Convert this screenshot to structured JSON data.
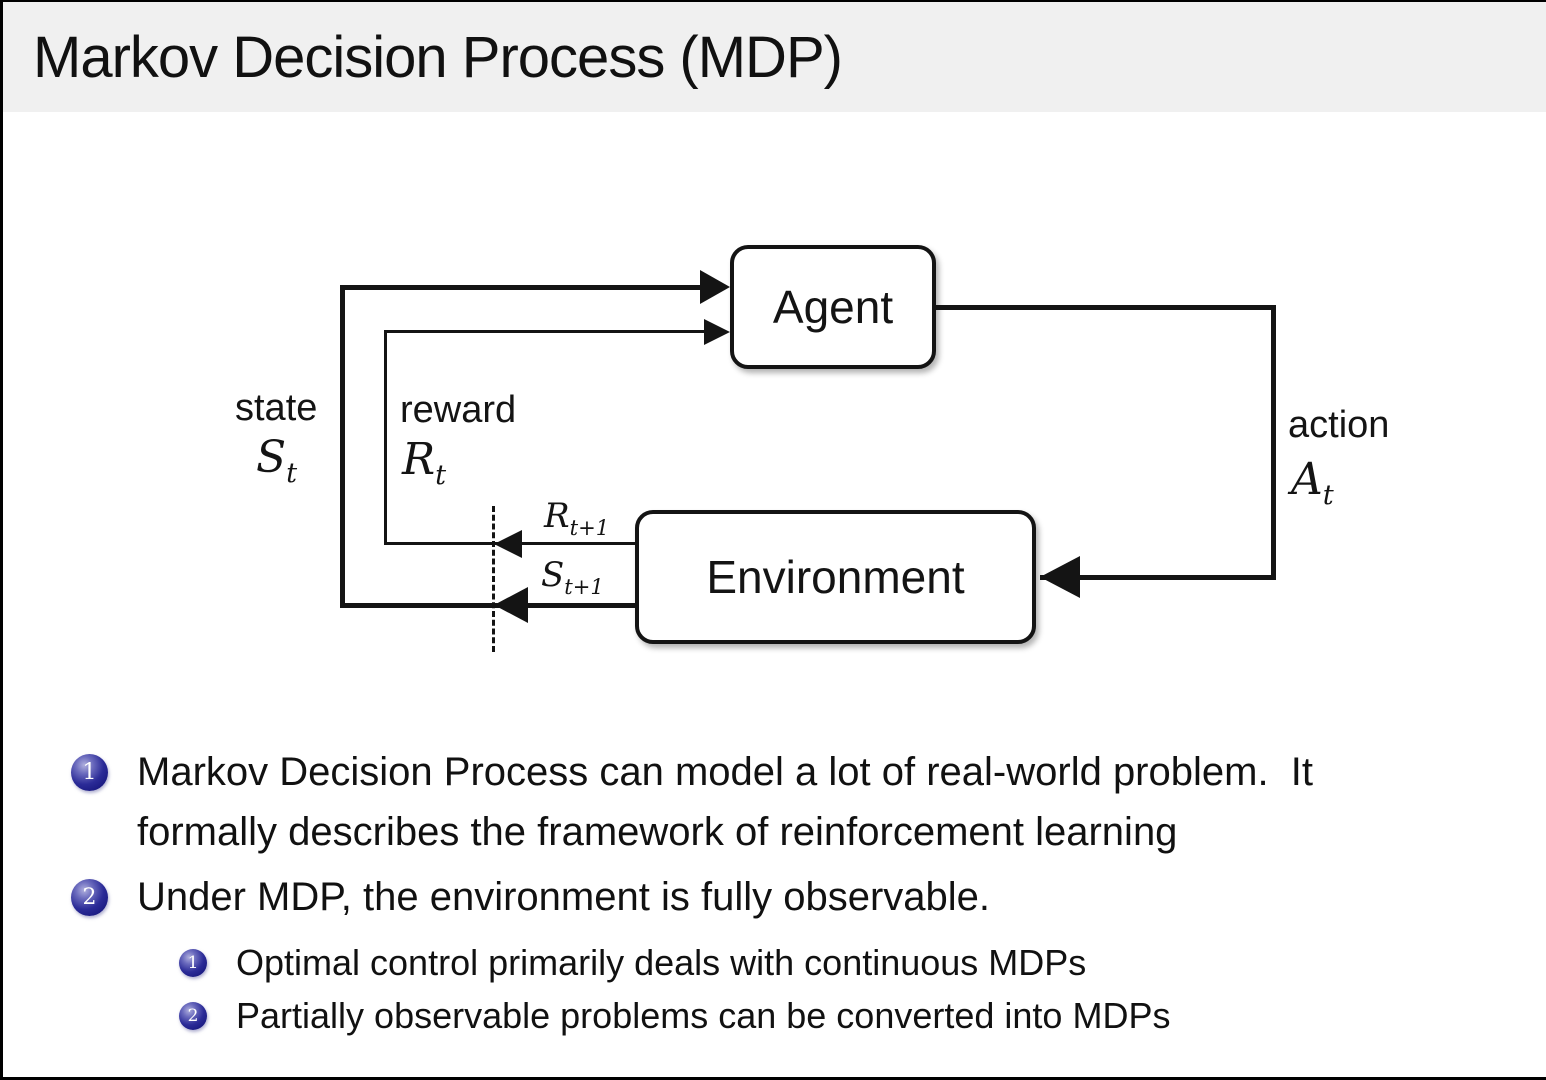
{
  "slide": {
    "title": "Markov Decision Process (MDP)"
  },
  "diagram": {
    "agent_label": "Agent",
    "environment_label": "Environment",
    "state_label": "state",
    "state_symbol": "S",
    "state_sub": "t",
    "reward_label": "reward",
    "reward_symbol": "R",
    "reward_sub": "t",
    "action_label": "action",
    "action_symbol": "A",
    "action_sub": "t",
    "next_reward_symbol": "R",
    "next_reward_sub": "t+1",
    "next_state_symbol": "S",
    "next_state_sub": "t+1"
  },
  "bullets": {
    "item1_num": "1",
    "item1_lines": [
      "Markov Decision Process can model a lot of real-world problem.  It",
      "formally describes the framework of reinforcement learning"
    ],
    "item2_num": "2",
    "item2_text": "Under MDP, the environment is fully observable.",
    "sub1_num": "1",
    "sub1_text": "Optimal control primarily deals with continuous MDPs",
    "sub2_num": "2",
    "sub2_text": "Partially observable problems can be converted into MDPs"
  },
  "colors": {
    "title_band": "#f0f0f0",
    "ball_blue": "#23238e",
    "line_black": "#141414"
  }
}
